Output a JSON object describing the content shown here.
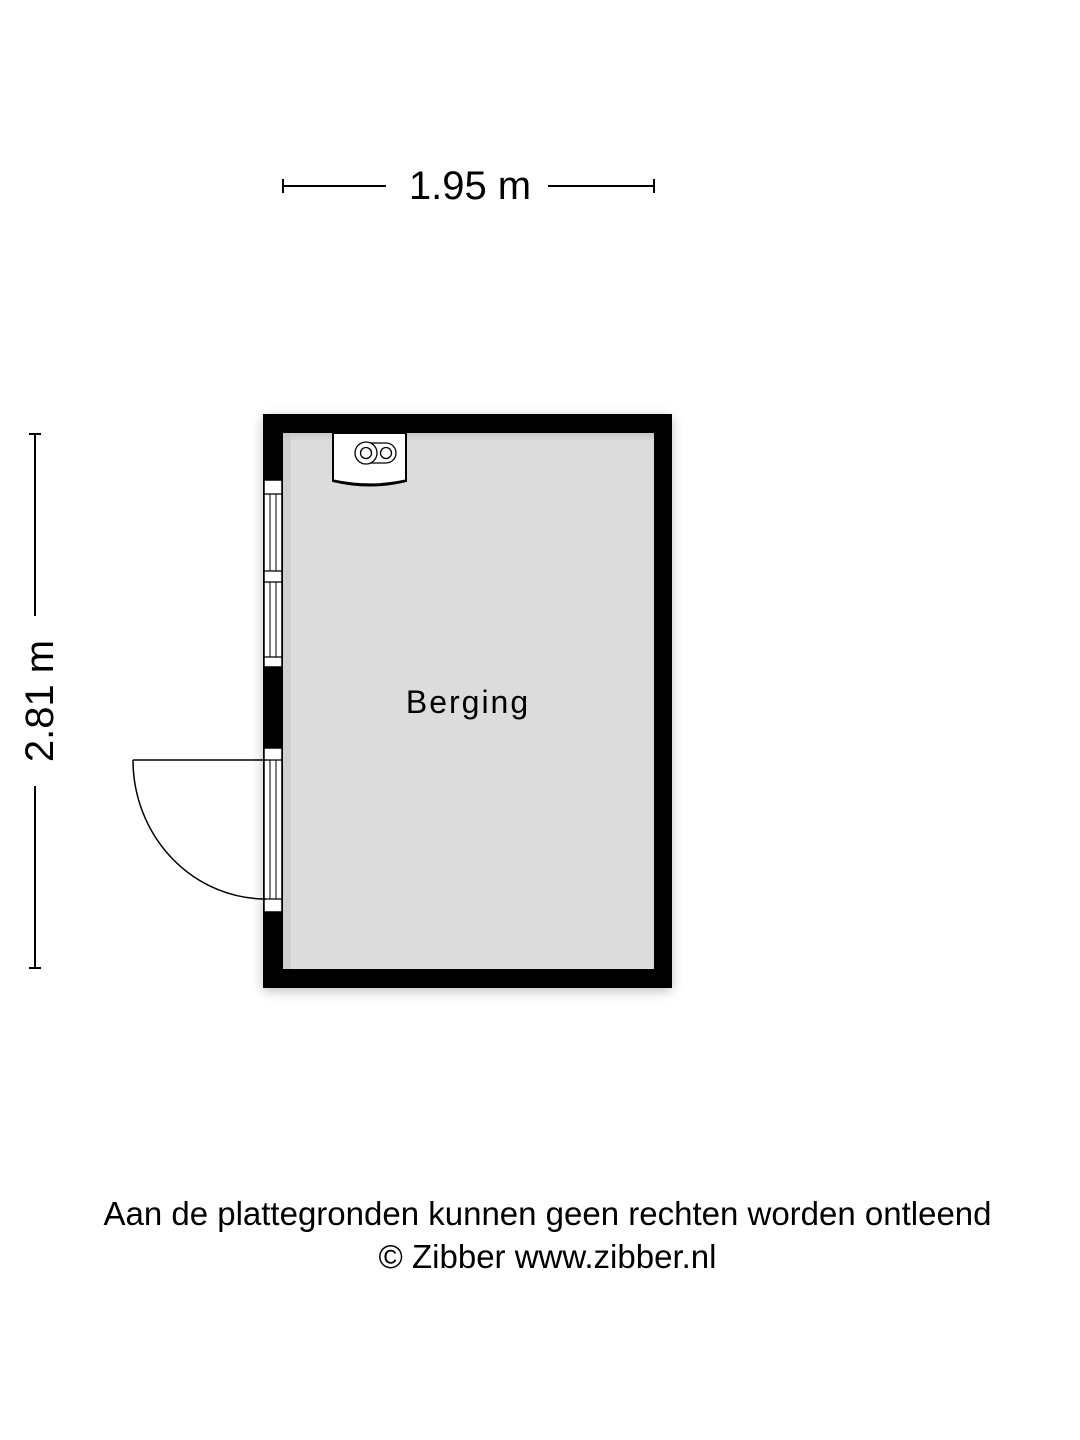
{
  "floorplan": {
    "room": {
      "name": "Berging",
      "fill_color": "#dcdcdc",
      "wall_color": "#000000"
    },
    "dimensions": {
      "width_label": "1.95 m",
      "height_label": "2.81 m"
    },
    "fixtures": [
      {
        "type": "boiler-unit",
        "position": "top-wall"
      },
      {
        "type": "window",
        "position": "left-wall-upper",
        "panes": 2
      },
      {
        "type": "door",
        "position": "left-wall-lower",
        "swing": "outward"
      }
    ]
  },
  "footer": {
    "disclaimer": "Aan de plattegronden kunnen geen rechten worden ontleend",
    "copyright": "© Zibber www.zibber.nl"
  }
}
